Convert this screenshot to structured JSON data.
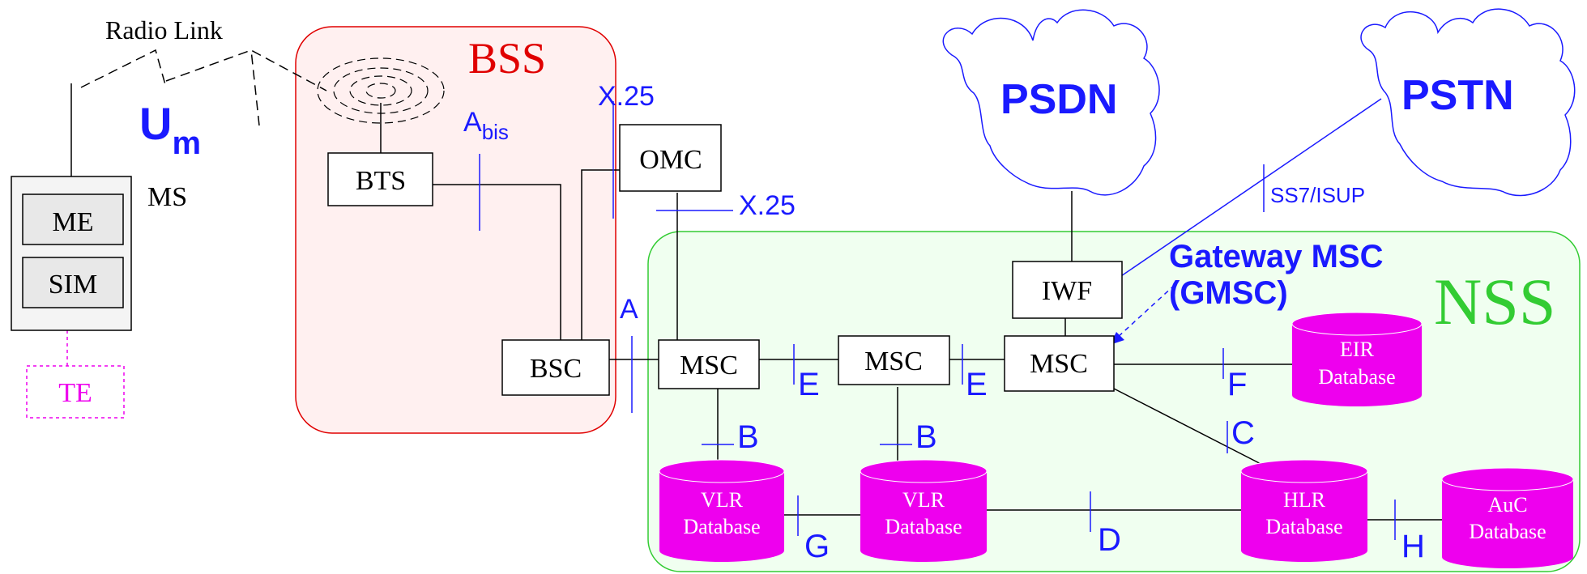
{
  "colors": {
    "bss_border": "#e00000",
    "bss_fill": "#fff0f0",
    "nss_border": "#33cc33",
    "nss_fill": "#f0fff0",
    "interface": "#1a1aff",
    "database": "#ee00ee",
    "te": "#ee00ee",
    "line": "#000000"
  },
  "labels": {
    "radio_link": "Radio Link",
    "um_main": "U",
    "um_sub": "m",
    "ms": "MS",
    "me": "ME",
    "sim": "SIM",
    "te": "TE",
    "bss": "BSS",
    "nss": "NSS",
    "bts": "BTS",
    "bsc": "BSC",
    "omc": "OMC",
    "iwf": "IWF",
    "msc1": "MSC",
    "msc2": "MSC",
    "msc3": "MSC",
    "psdn": "PSDN",
    "pstn": "PSTN",
    "gateway_line1": "Gateway MSC",
    "gateway_line2": "(GMSC)",
    "ss7": "SS7/ISUP"
  },
  "interfaces": {
    "abis_main": "A",
    "abis_sub": "bis",
    "x25_top": "X.25",
    "x25_right": "X.25",
    "a": "A",
    "b1": "B",
    "b2": "B",
    "e1": "E",
    "e2": "E",
    "f": "F",
    "c": "C",
    "g": "G",
    "d": "D",
    "h": "H"
  },
  "databases": {
    "vlr1": {
      "line1": "VLR",
      "line2": "Database"
    },
    "vlr2": {
      "line1": "VLR",
      "line2": "Database"
    },
    "hlr": {
      "line1": "HLR",
      "line2": "Database"
    },
    "auc": {
      "line1": "AuC",
      "line2": "Database"
    },
    "eir": {
      "line1": "EIR",
      "line2": "Database"
    }
  }
}
